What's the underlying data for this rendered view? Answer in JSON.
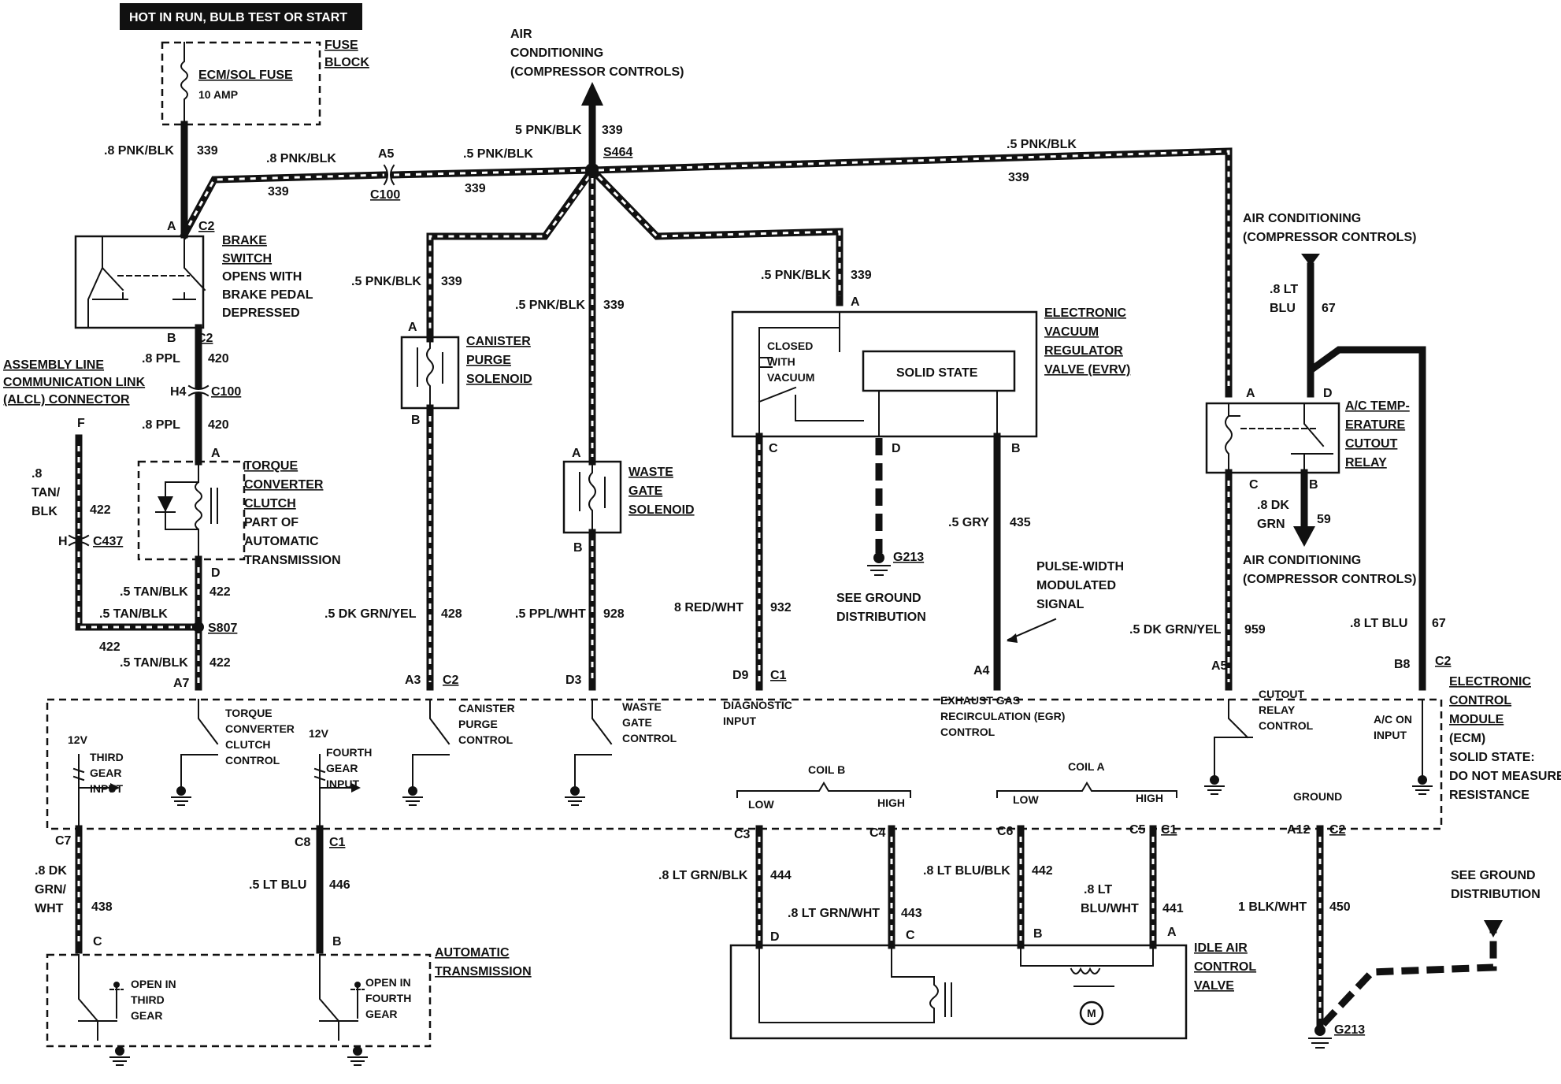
{
  "header": {
    "power": "HOT IN RUN, BULB TEST OR START"
  },
  "fuse": {
    "block_line1": "FUSE",
    "block_line2": "BLOCK",
    "name": "ECM/SOL FUSE",
    "rating": "10 AMP"
  },
  "wires": {
    "w339": "339",
    "w420": "420",
    "w422": "422",
    "w428": "428",
    "w928": "928",
    "w932": "932",
    "w435": "435",
    "w959": "959",
    "w67": "67",
    "w59": "59",
    "w438": "438",
    "w446": "446",
    "w444": "444",
    "w443": "443",
    "w442": "442",
    "w441": "441",
    "w450": "450",
    "c_8pnkblk": ".8 PNK/BLK",
    "c_5pnkblk": ".5 PNK/BLK",
    "c_5pnkblk_nodot": "5 PNK/BLK",
    "c_8ppl": ".8 PPL",
    "c_8tanblk_1": ".8",
    "c_8tanblk_2": "TAN/",
    "c_8tanblk_3": "BLK",
    "c_5tanblk": ".5 TAN/BLK",
    "c_5dkgrnyel": ".5 DK GRN/YEL",
    "c_5pplwht": ".5 PPL/WHT",
    "c_8redwht": "8 RED/WHT",
    "c_5gry": ".5 GRY",
    "c_8ltblu_1": ".8 LT",
    "c_8ltblu_2": "BLU",
    "c_8dkgrn_1": ".8 DK",
    "c_8dkgrn_2": "GRN",
    "c_8ltblu": ".8 LT BLU",
    "c_8dkgrnwht_1": ".8 DK",
    "c_8dkgrnwht_2": "GRN/",
    "c_8dkgrnwht_3": "WHT",
    "c_5ltblu": ".5 LT BLU",
    "c_8ltgrnblk": ".8 LT GRN/BLK",
    "c_8ltgrnwht": ".8 LT GRN/WHT",
    "c_8ltblublk": ".8 LT BLU/BLK",
    "c_8ltbluwht_1": ".8 LT",
    "c_8ltbluwht_2": "BLU/WHT",
    "c_1blkwht": "1 BLK/WHT"
  },
  "connectors": {
    "A": "A",
    "B": "B",
    "C": "C",
    "D": "D",
    "F": "F",
    "H": "H",
    "C1": "C1",
    "C2": "C2",
    "C100": "C100",
    "C437": "C437",
    "H4": "H4",
    "A5": "A5",
    "S464": "S464",
    "S807": "S807",
    "A7": "A7",
    "A3": "A3",
    "D3": "D3",
    "D9": "D9",
    "A4": "A4",
    "B8": "B8",
    "C7": "C7",
    "C8": "C8",
    "C3": "C3",
    "C4": "C4",
    "C6": "C6",
    "C5": "C5",
    "A12": "A12",
    "G213": "G213"
  },
  "components": {
    "brake": [
      "BRAKE",
      "SWITCH",
      "OPENS WITH",
      "BRAKE PEDAL",
      "DEPRESSED"
    ],
    "alcl": [
      "ASSEMBLY LINE",
      "COMMUNICATION LINK",
      "(ALCL) CONNECTOR"
    ],
    "tcc": [
      "TORQUE",
      "CONVERTER",
      "CLUTCH",
      "PART OF",
      "AUTOMATIC",
      "TRANSMISSION"
    ],
    "canister": [
      "CANISTER",
      "PURGE",
      "SOLENOID"
    ],
    "wastegate": [
      "WASTE",
      "GATE",
      "SOLENOID"
    ],
    "evrv": [
      "ELECTRONIC",
      "VACUUM",
      "REGULATOR",
      "VALVE (EVRV)"
    ],
    "evrv_closed": [
      "CLOSED",
      "WITH",
      "VACUUM"
    ],
    "solid_state": "SOLID STATE",
    "ac_top": [
      "AIR",
      "CONDITIONING",
      "(COMPRESSOR CONTROLS)"
    ],
    "ac_right": [
      "AIR CONDITIONING",
      "(COMPRESSOR CONTROLS)"
    ],
    "ac_relay": [
      "A/C TEMP-",
      "ERATURE",
      "CUTOUT",
      "RELAY"
    ],
    "ac_lower": [
      "AIR CONDITIONING",
      "(COMPRESSOR CONTROLS)"
    ],
    "see_ground": [
      "SEE GROUND",
      "DISTRIBUTION"
    ],
    "pwm": [
      "PULSE-WIDTH",
      "MODULATED",
      "SIGNAL"
    ],
    "ecm": [
      "ELECTRONIC",
      "CONTROL",
      "MODULE",
      "(ECM)",
      "SOLID STATE:",
      "DO NOT MEASURE",
      "RESISTANCE"
    ],
    "ecm_inputs": {
      "tcc_ctrl": [
        "TORQUE",
        "CONVERTER",
        "CLUTCH",
        "CONTROL"
      ],
      "canister_ctrl": [
        "CANISTER",
        "PURGE",
        "CONTROL"
      ],
      "wastegate_ctrl": [
        "WASTE",
        "GATE",
        "CONTROL"
      ],
      "diag": [
        "DIAGNOSTIC",
        "INPUT"
      ],
      "egr": [
        "EXHAUST GAS",
        "RECIRCULATION (EGR)",
        "CONTROL"
      ],
      "cutout": [
        "CUTOUT",
        "RELAY",
        "CONTROL"
      ],
      "ac_on": [
        "A/C ON",
        "INPUT"
      ],
      "third": [
        "THIRD",
        "GEAR",
        "INPUT"
      ],
      "fourth": [
        "FOURTH",
        "GEAR",
        "INPUT"
      ],
      "v12": "12V"
    },
    "coil_b": "COIL B",
    "coil_a": "COIL A",
    "low": "LOW",
    "high": "HIGH",
    "ground": "GROUND",
    "auto_trans": [
      "AUTOMATIC",
      "TRANSMISSION"
    ],
    "open3": [
      "OPEN IN",
      "THIRD",
      "GEAR"
    ],
    "open4": [
      "OPEN IN",
      "FOURTH",
      "GEAR"
    ],
    "iac": [
      "IDLE AIR",
      "CONTROL",
      "VALVE"
    ],
    "motor": "M"
  }
}
